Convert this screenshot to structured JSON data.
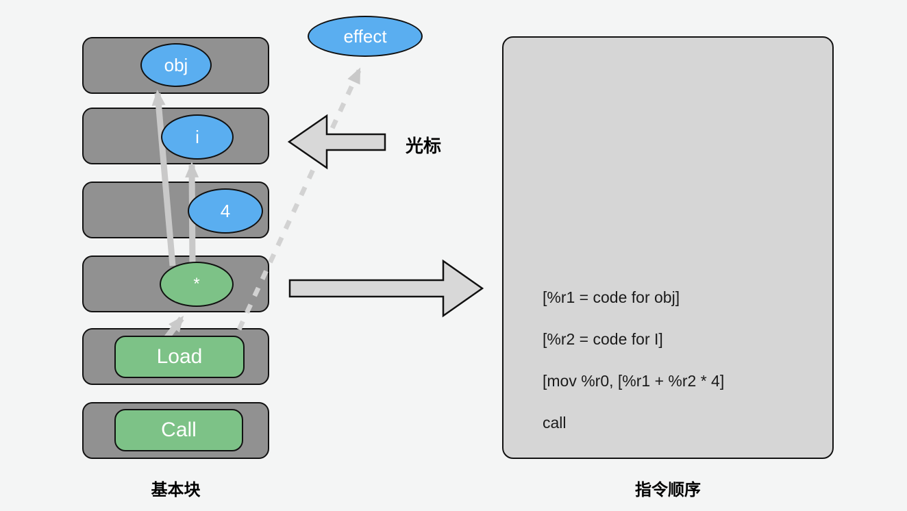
{
  "colors": {
    "background": "#f4f5f5",
    "block_gray": "#919191",
    "node_blue": "#5aaef0",
    "node_green": "#7dc287",
    "panel_gray": "#d6d6d6",
    "arrow_gray": "#c9c9c9",
    "outline": "#111111"
  },
  "basic_blocks": {
    "caption": "基本块",
    "rows": [
      {
        "label": "obj",
        "shape": "ellipse",
        "color": "blue"
      },
      {
        "label": "i",
        "shape": "ellipse",
        "color": "blue"
      },
      {
        "label": "4",
        "shape": "ellipse",
        "color": "blue"
      },
      {
        "label": "*",
        "shape": "ellipse",
        "color": "green"
      },
      {
        "label": "Load",
        "shape": "pill",
        "color": "green"
      },
      {
        "label": "Call",
        "shape": "pill",
        "color": "green"
      }
    ]
  },
  "effect_node": {
    "label": "effect",
    "shape": "ellipse",
    "color": "blue"
  },
  "cursor": {
    "label": "光标",
    "arrow_direction": "left"
  },
  "flow_arrow": {
    "arrow_direction": "right"
  },
  "instruction_panel": {
    "caption": "指令顺序",
    "lines": [
      "[%r1 = code for obj]",
      "[%r2 = code for I]",
      "[mov %r0, [%r1 + %r2 * 4]",
      "call"
    ]
  },
  "edges": [
    {
      "from": "*",
      "to": "obj",
      "style": "solid"
    },
    {
      "from": "*",
      "to": "i",
      "style": "solid"
    },
    {
      "from": "Load",
      "to": "*",
      "style": "solid"
    },
    {
      "from": "Load",
      "to": "effect",
      "style": "dashed"
    }
  ]
}
